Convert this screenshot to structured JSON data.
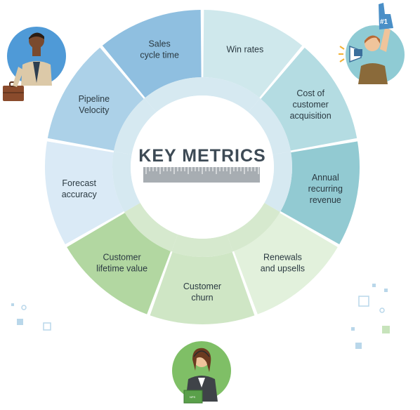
{
  "center": {
    "title": "KEY METRICS"
  },
  "colors": {
    "ring_inner_blue": "#cfe5ef",
    "ring_inner_green": "#cfe5c6",
    "ruler": "#a7adb2",
    "title": "#3d4a55"
  },
  "segments": [
    {
      "lines": [
        "Win rates"
      ],
      "color": "#cfe8ec"
    },
    {
      "lines": [
        "Cost of",
        "customer",
        "acquisition"
      ],
      "color": "#b4dce2"
    },
    {
      "lines": [
        "Annual",
        "recurring",
        "revenue"
      ],
      "color": "#92cad2"
    },
    {
      "lines": [
        "Renewals",
        "and upsells"
      ],
      "color": "#e2f1dc"
    },
    {
      "lines": [
        "Customer",
        "churn"
      ],
      "color": "#cfe6c5"
    },
    {
      "lines": [
        "Customer",
        "lifetime value"
      ],
      "color": "#b2d7a1"
    },
    {
      "lines": [
        "Forecast",
        "accuracy"
      ],
      "color": "#daeaf6"
    },
    {
      "lines": [
        "Pipeline",
        "Velocity"
      ],
      "color": "#acd1e8"
    },
    {
      "lines": [
        "Sales",
        "cycle time"
      ],
      "color": "#8fbfe0"
    }
  ],
  "badges": {
    "foam_finger": "#1",
    "folder": "NPS"
  },
  "icons": [
    "businessman-avatar",
    "cheering-fan-avatar",
    "support-agent-avatar"
  ]
}
